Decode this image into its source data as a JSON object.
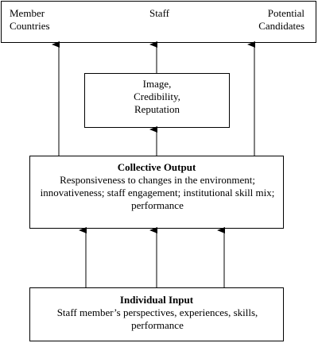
{
  "top": {
    "member_countries": "Member\nCountries",
    "staff": "Staff",
    "potential_candidates": "Potential\nCandidates"
  },
  "middle": {
    "text": "Image,\nCredibility,\nReputation"
  },
  "collective": {
    "title": "Collective Output",
    "body": "Responsiveness to changes in the environment; innovativeness; staff engagement; institutional skill mix; performance"
  },
  "individual": {
    "title": "Individual Input",
    "body": "Staff member’s perspectives, experiences, skills, performance"
  }
}
